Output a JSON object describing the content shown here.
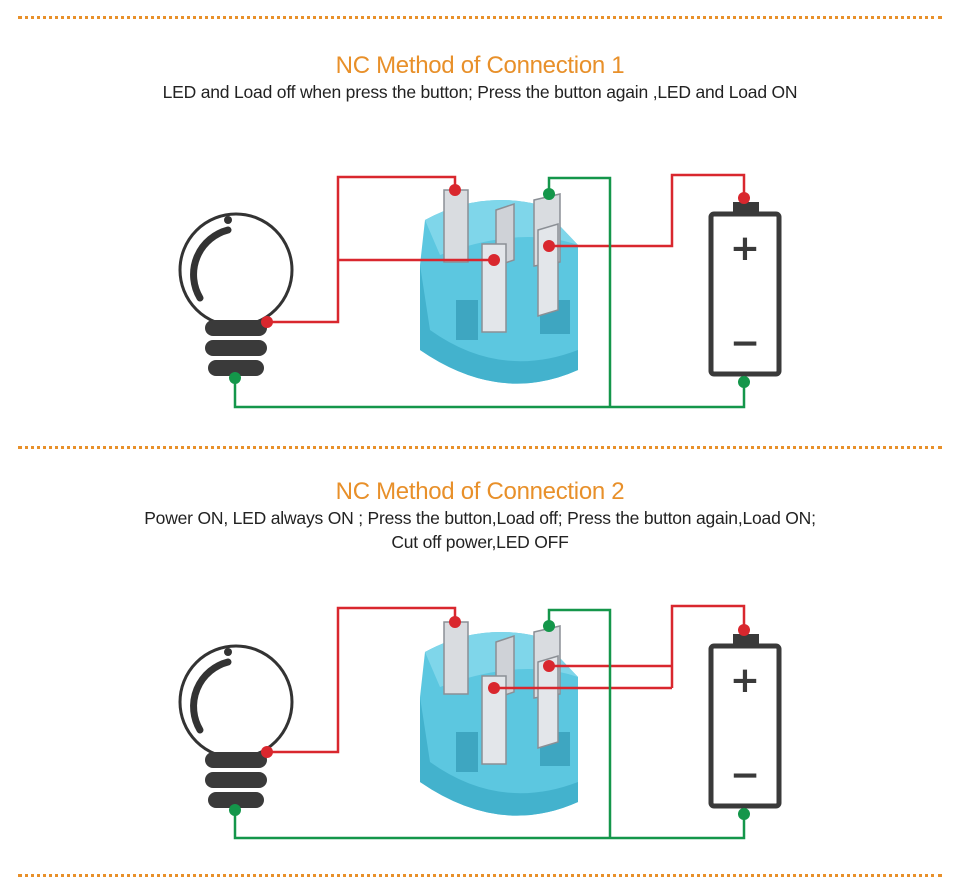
{
  "colors": {
    "accent": "#e8902a",
    "wire_red": "#d9272e",
    "wire_green": "#14964a",
    "switch_body": "#5cc7e0",
    "outline": "#333333"
  },
  "sections": [
    {
      "title": "NC  Method of Connection 1",
      "lines": [
        "LED and Load off when press the button; Press the button again ,LED and Load ON"
      ],
      "battery_plus": "+",
      "battery_minus": "−"
    },
    {
      "title": "NC  Method of Connection 2",
      "lines": [
        "Power ON, LED always ON ; Press the button,Load off;  Press the button again,Load ON;",
        "Cut off power,LED OFF"
      ],
      "battery_plus": "+",
      "battery_minus": "−"
    }
  ]
}
